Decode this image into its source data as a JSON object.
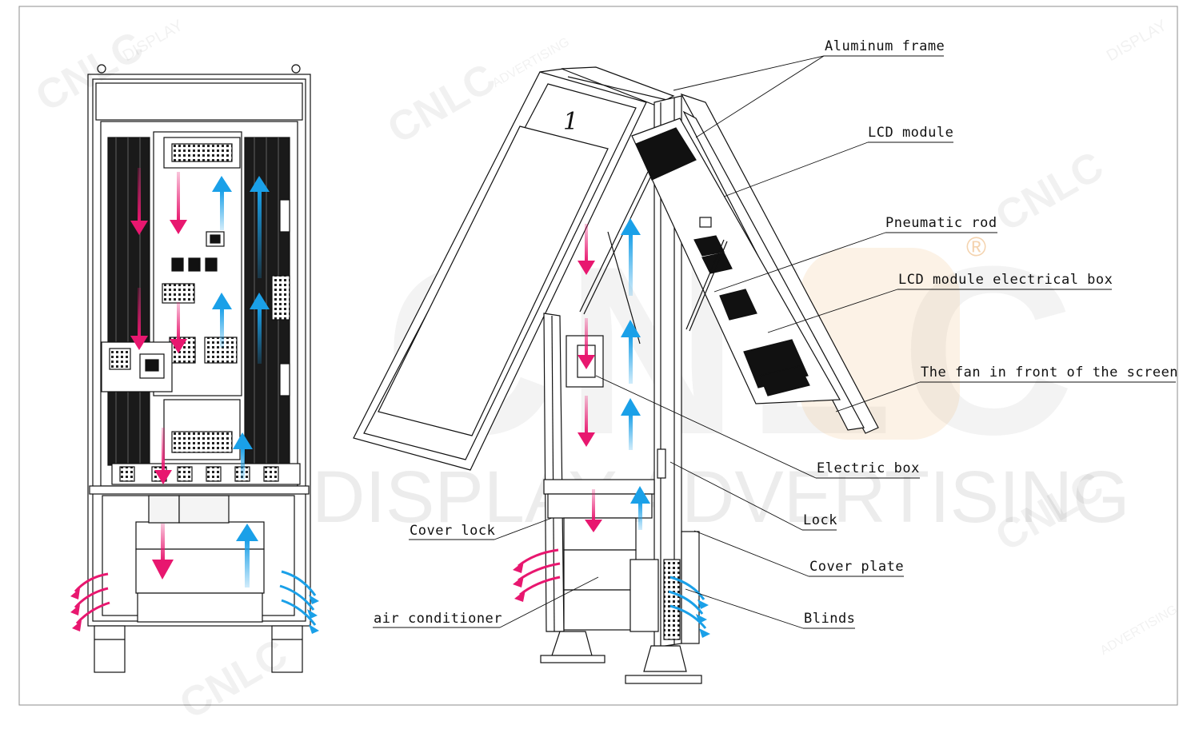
{
  "labels": {
    "aluminum_frame": "Aluminum frame",
    "lcd_module": "LCD module",
    "pneumatic_rod": "Pneumatic rod",
    "lcd_electrical_box": "LCD module electrical box",
    "fan_front": "The fan in front of the screen",
    "electric_box": "Electric box",
    "lock": "Lock",
    "cover_plate": "Cover plate",
    "blinds": "Blinds",
    "cover_lock": "Cover lock",
    "air_conditioner": "air conditioner"
  },
  "panel_number": "1",
  "watermark": {
    "main_top": "CNLC",
    "main_bottom": "DISPLAY ADVERTISING",
    "tile_word": "CNLC",
    "tile_sub": "DISPLAY",
    "tile_sub2": "ADVERTISING",
    "registered": "®"
  },
  "colors": {
    "line": "#111111",
    "pink_arrow": "#e8176f",
    "blue_arrow": "#1aa0e8",
    "orange_watermark": "#f2c48c",
    "border": "#8c8c8c"
  }
}
